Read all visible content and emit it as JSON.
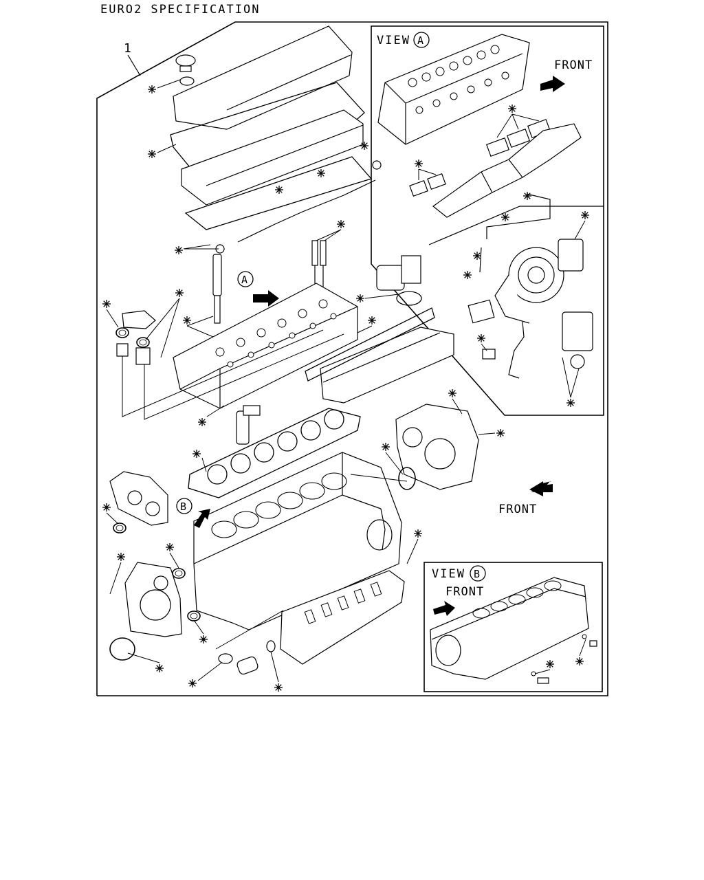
{
  "header": {
    "spec_title": "EURO2 SPECIFICATION"
  },
  "callouts": {
    "kit_number": "1",
    "marker_a": "A",
    "marker_b": "B",
    "front_main": "FRONT",
    "gasket_symbol": "✳"
  },
  "view_a": {
    "label": "VIEW",
    "marker": "A",
    "front_label": "FRONT"
  },
  "view_b": {
    "label": "VIEW",
    "marker": "B",
    "front_label": "FRONT"
  },
  "colors": {
    "line": "#000000",
    "background": "#ffffff"
  }
}
